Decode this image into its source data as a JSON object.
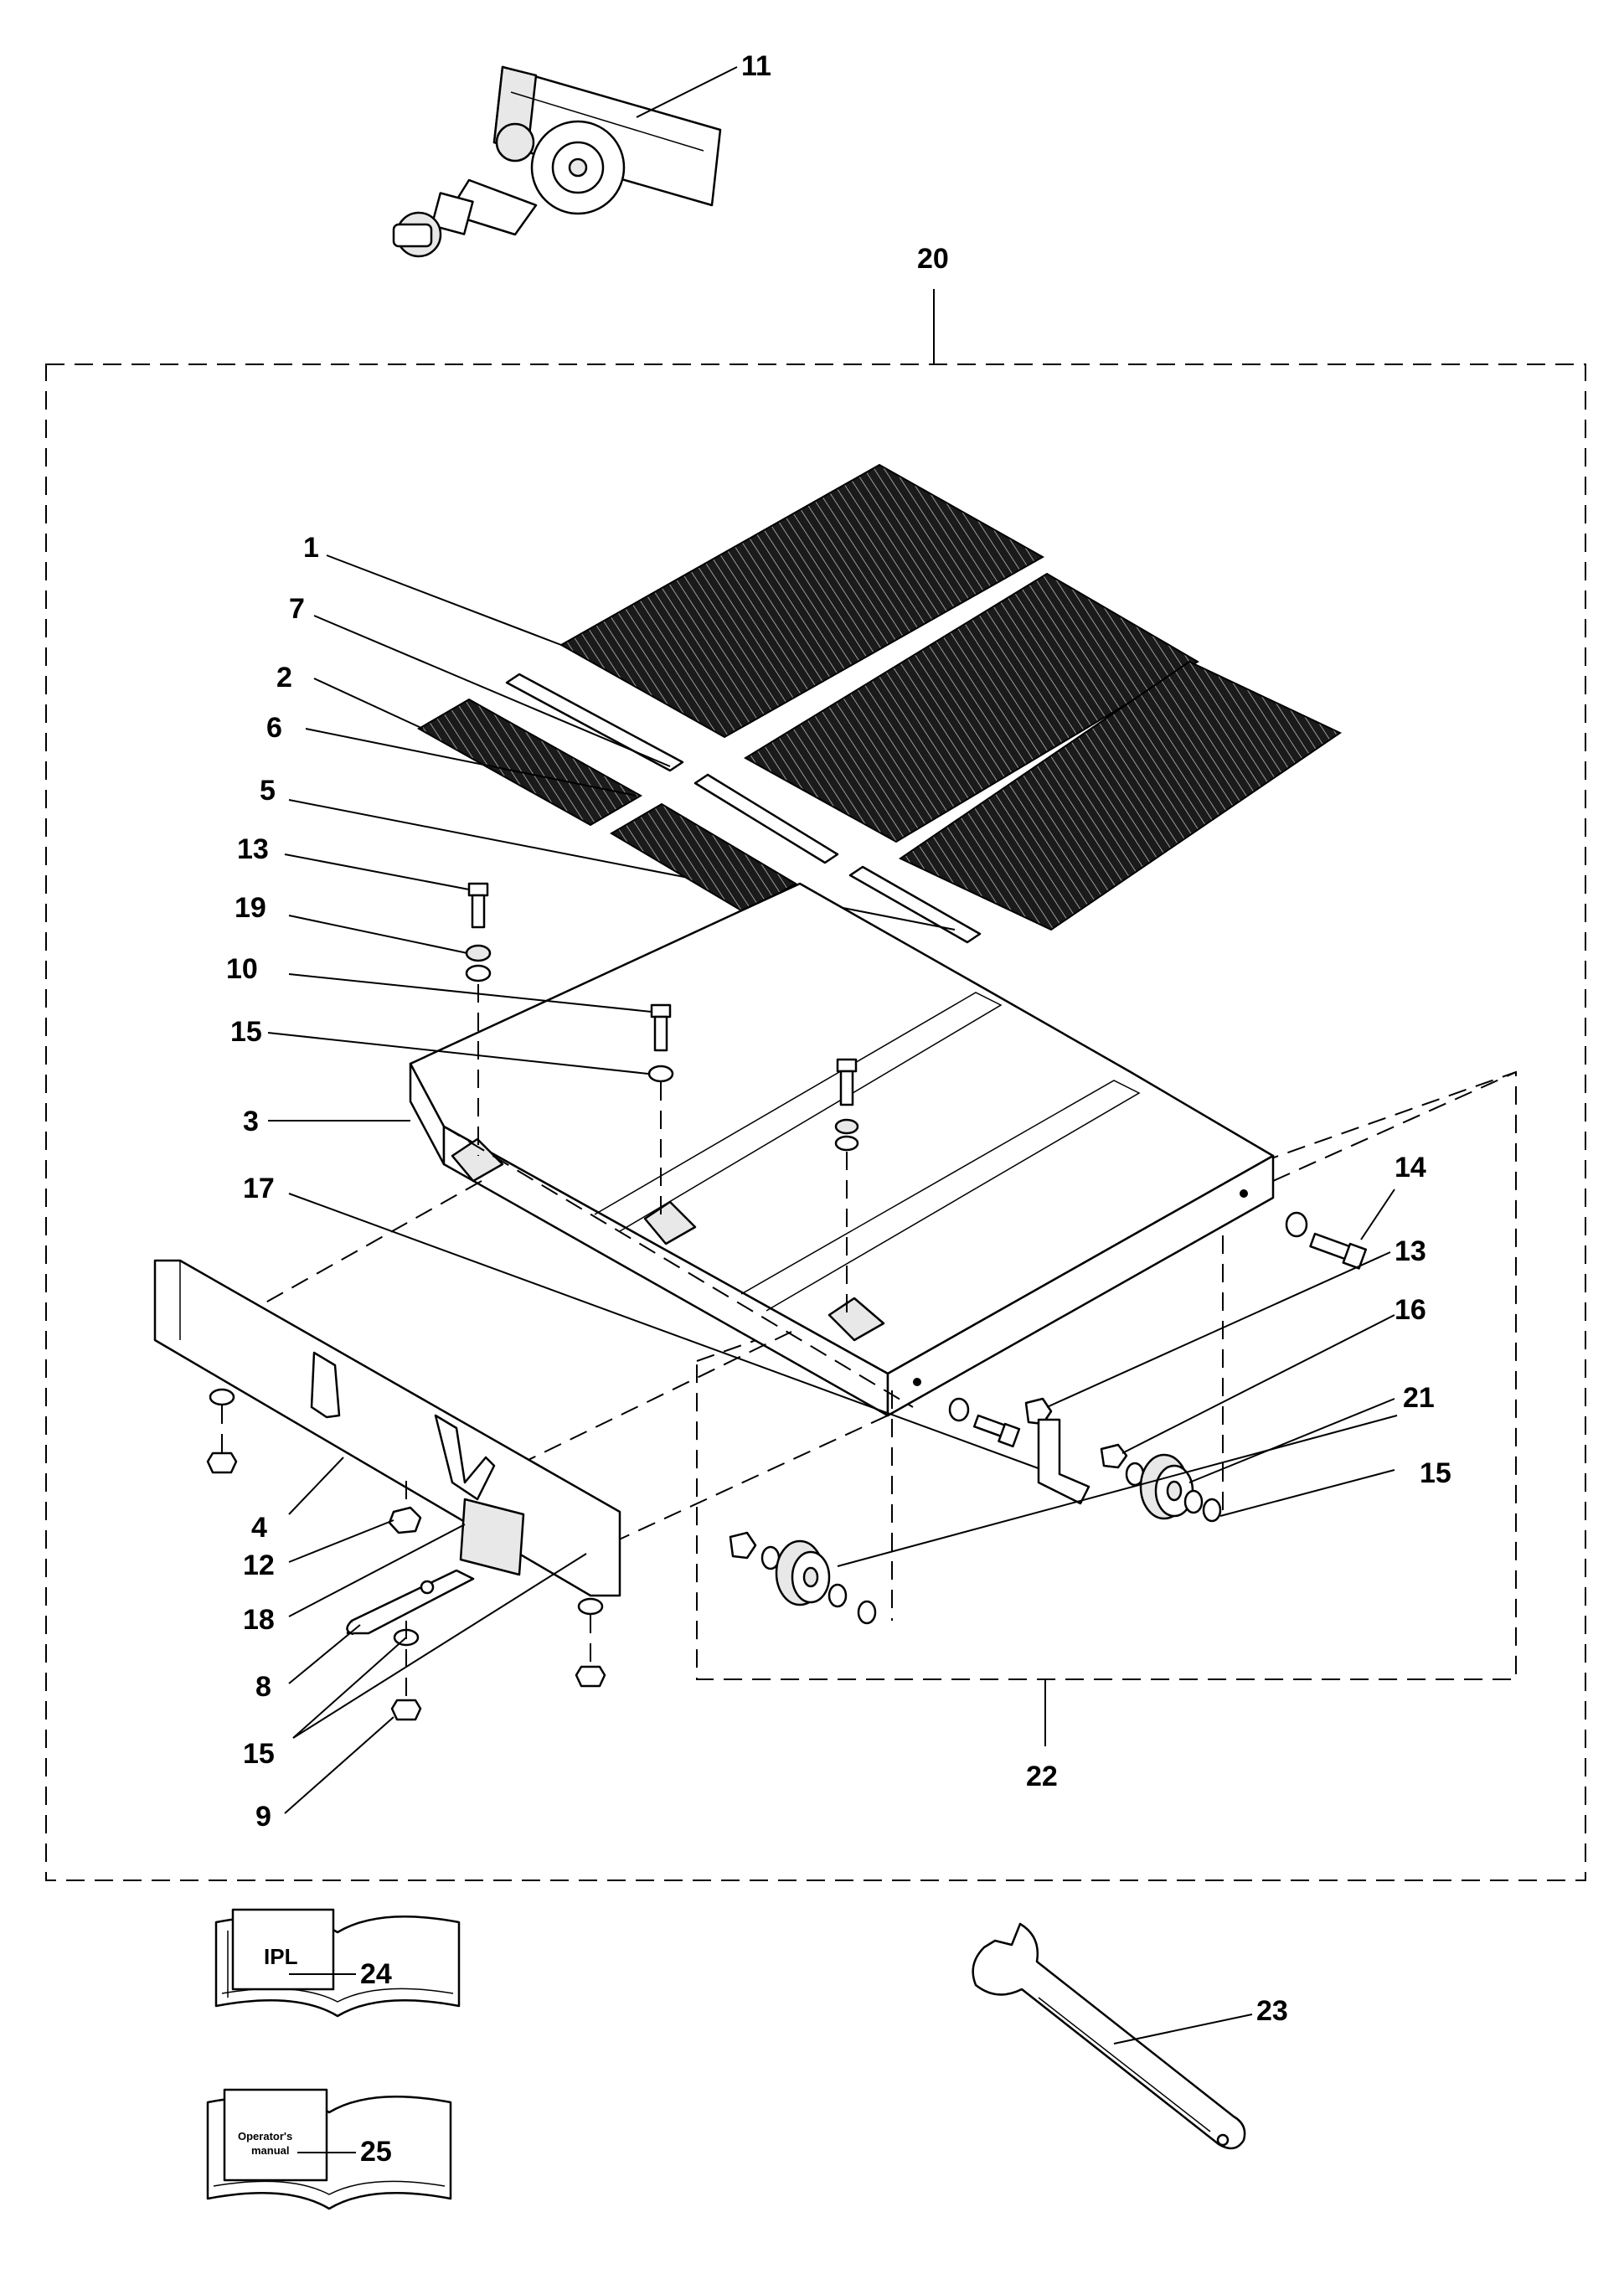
{
  "callouts": {
    "c1": "1",
    "c2": "2",
    "c3": "3",
    "c4": "4",
    "c5": "5",
    "c6": "6",
    "c7": "7",
    "c8": "8",
    "c9": "9",
    "c10": "10",
    "c11": "11",
    "c12": "12",
    "c13a": "13",
    "c13b": "13",
    "c14": "14",
    "c15a": "15",
    "c15b": "15",
    "c15c": "15",
    "c16": "16",
    "c17": "17",
    "c18": "18",
    "c19": "19",
    "c20": "20",
    "c21": "21",
    "c22": "22",
    "c23": "23",
    "c24": "24",
    "c25": "25"
  },
  "books": {
    "ipl_title": "IPL",
    "manual_line1": "Operator's",
    "manual_line2": "manual"
  }
}
